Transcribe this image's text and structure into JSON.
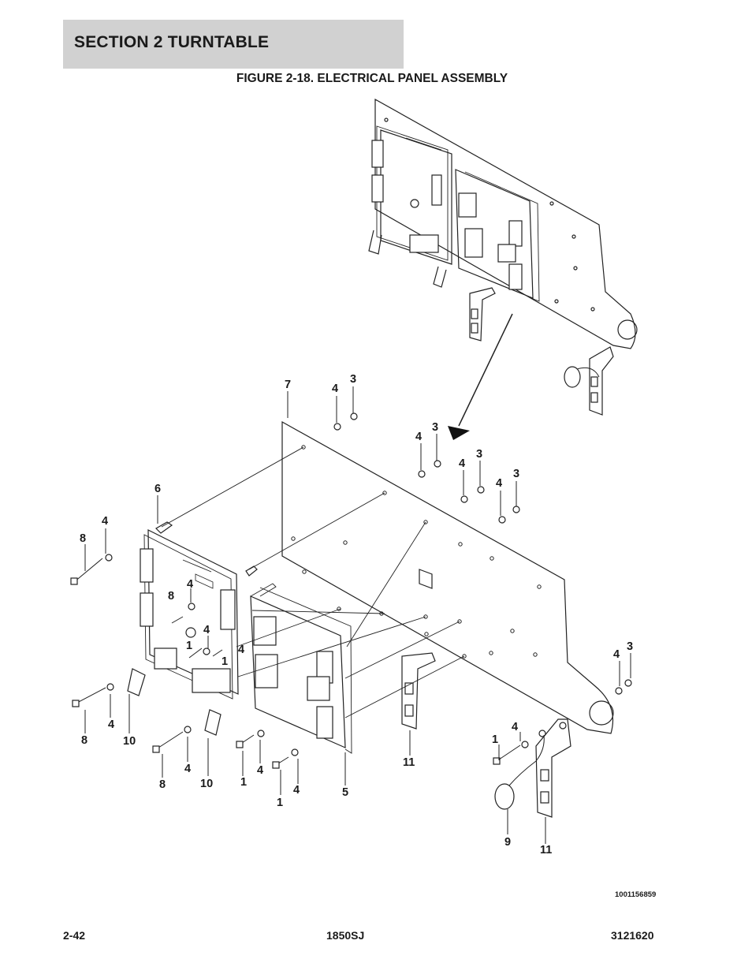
{
  "header": {
    "section_title": "SECTION 2   TURNTABLE"
  },
  "figure": {
    "title": "FIGURE 2-18. ELECTRICAL PANEL ASSEMBLY",
    "drawing_number": "1001156859"
  },
  "callouts": {
    "c7": "7",
    "c4_top": "4",
    "c3_top": "3",
    "c4_a": "4",
    "c3_a": "3",
    "c4_b": "4",
    "c3_b": "3",
    "c4_c": "4",
    "c3_c": "3",
    "c6": "6",
    "c4_left": "4",
    "c8_left": "8",
    "c4_mid1": "4",
    "c8_mid": "8",
    "c4_mid2": "4",
    "c1_mid": "1",
    "c1_mid2": "1",
    "c4_mid3": "4",
    "c4_right": "4",
    "c3_right": "3",
    "c8_bl": "8",
    "c10_bl": "10",
    "c4_bl": "4",
    "c4_b2": "4",
    "c8_b2": "8",
    "c10_b2": "10",
    "c1_b": "1",
    "c4_b3": "4",
    "c1_b2": "1",
    "c4_b4": "4",
    "c5": "5",
    "c11_mid": "11",
    "c1_r": "1",
    "c4_r": "4",
    "c9": "9",
    "c11_r": "11"
  },
  "footer": {
    "page": "2-42",
    "model": "1850SJ",
    "manual": "3121620"
  }
}
